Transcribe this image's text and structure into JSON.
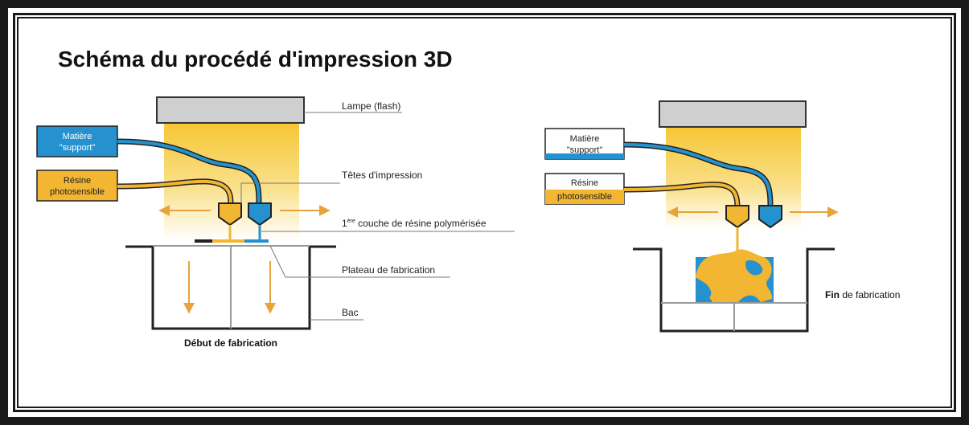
{
  "title": "Schéma du procédé d'impression 3D",
  "colors": {
    "resin": "#F2B632",
    "support": "#2592CF",
    "lamp": "#CFCFCF",
    "light": "#F7D36A",
    "arrow": "#E8A33A",
    "frame": "#1a1a1a"
  },
  "left": {
    "material_support": [
      "Matière",
      "\"support\""
    ],
    "resin": [
      "Résine",
      "photosensible"
    ],
    "labels": {
      "lamp": "Lampe (flash)",
      "heads": "Têtes d'impression",
      "first_layer_prefix": "1",
      "first_layer_sup": "ère",
      "first_layer_rest": " couche de résine polymérisée",
      "platform": "Plateau de fabrication",
      "tank": "Bac"
    },
    "caption": "Début de fabrication"
  },
  "right": {
    "material_support": [
      "Matière",
      "\"support\""
    ],
    "resin": [
      "Résine",
      "photosensible"
    ],
    "caption_bold": "Fin",
    "caption_rest": " de fabrication"
  }
}
